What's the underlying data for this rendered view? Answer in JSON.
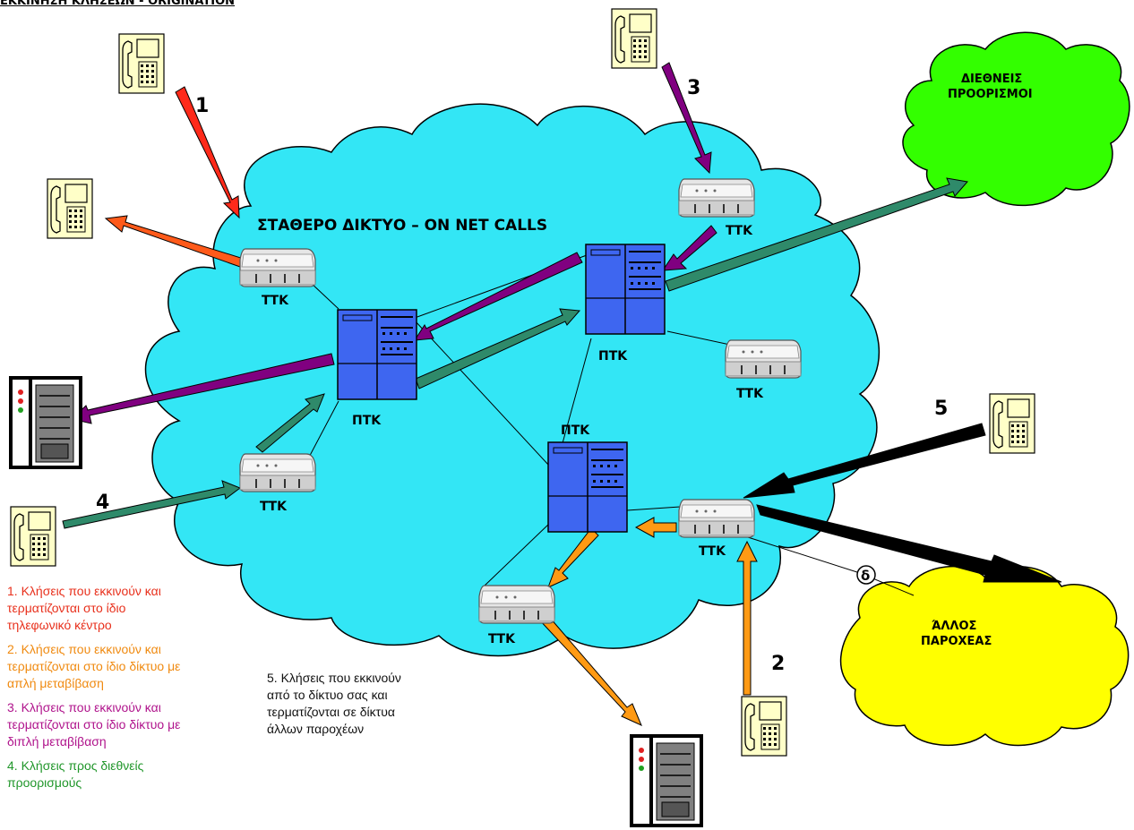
{
  "page_title": "ΕΚΚΙΝΗΣΗ ΚΛΗΣΕΩΝ - ORIGINATION",
  "network_title": "ΣΤΑΘΕΡΟ ΔΙΚΤΥΟ – ON NET CALLS",
  "clouds": {
    "international": [
      "ΔΙΕΘΝΕΙΣ",
      "ΠΡΟΟΡΙΣΜΟΙ"
    ],
    "other_provider": [
      "ΆΛΛΟΣ",
      "ΠΑΡΟΧΕΑΣ"
    ]
  },
  "node_labels": {
    "ttk": "ΤΤΚ",
    "ptk": "ΠΤΚ",
    "delta": "δ"
  },
  "route_numbers": [
    "1",
    "2",
    "3",
    "4",
    "5"
  ],
  "legend": [
    {
      "text": "1. Κλήσεις που εκκινούν και\nτερματίζονται στο ίδιο\nτηλεφωνικό κέντρο",
      "color": "#e8301c"
    },
    {
      "text": "2. Κλήσεις που εκκινούν και\nτερματίζονται στο ίδιο δίκτυο με\nαπλή μεταβίβαση",
      "color": "#f08a10"
    },
    {
      "text": "3. Κλήσεις που εκκινούν και\nτερματίζονται στο ίδιο δίκτυο με\nδιπλή μεταβίβαση",
      "color": "#b0148c"
    },
    {
      "text": "4. Κλήσεις προς διεθνείς\nπροορισμούς",
      "color": "#20962a"
    }
  ],
  "note5": "5.  Κλήσεις που εκκινούν\nαπό το δίκτυο σας και\nτερματίζονται σε δίκτυα\nάλλων παροχέων",
  "colors": {
    "network_cloud": "#33e6f5",
    "international_cloud": "#33ff00",
    "provider_cloud": "#ffff00",
    "route1": "#ff2a1a",
    "route1_return": "#ff5a1a",
    "route2": "#ff9a14",
    "route3": "#800080",
    "route4": "#2f8a6a",
    "route5": "#000000",
    "switch": "#3e66f0"
  }
}
